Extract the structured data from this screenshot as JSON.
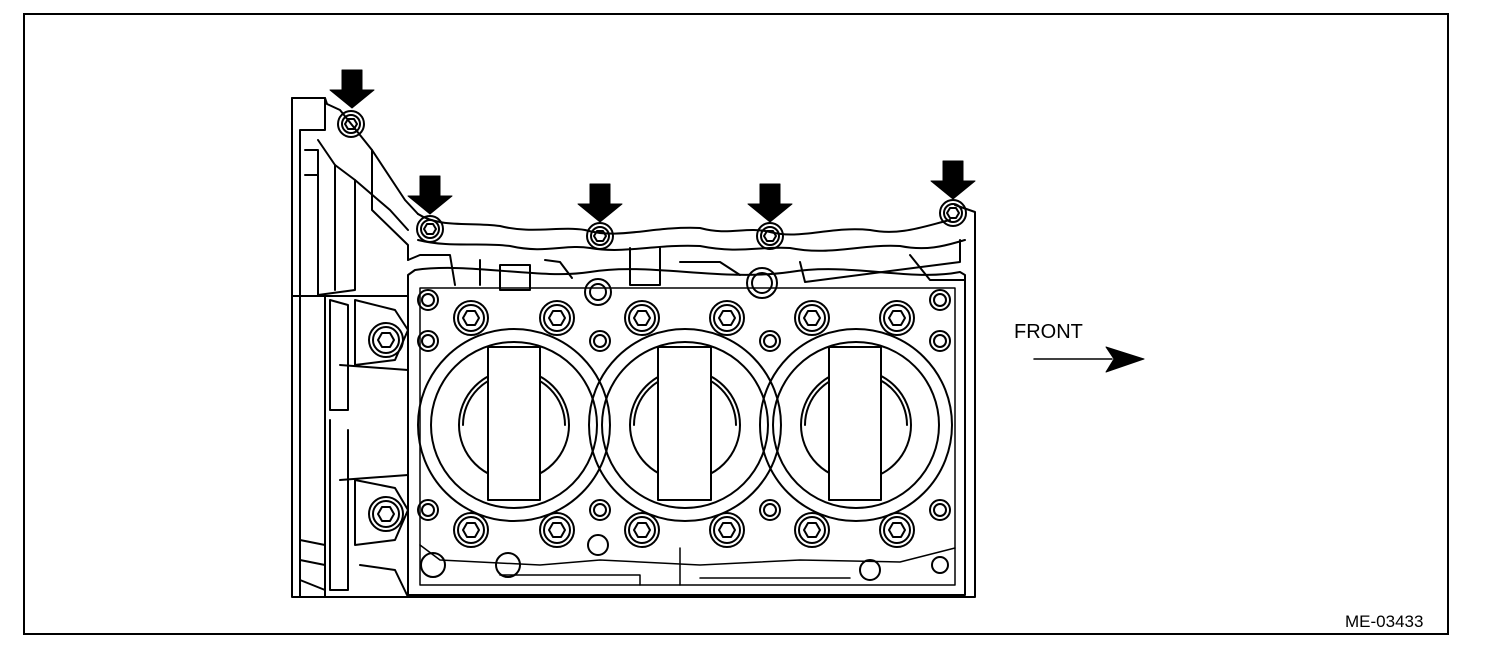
{
  "diagram": {
    "direction_label": "FRONT",
    "reference_code": "ME-03433",
    "marked_bolt_count": 5,
    "cylinder_count": 3,
    "colors": {
      "line": "#000000",
      "background": "#ffffff"
    },
    "icons": {
      "marker": "down-arrow-icon",
      "direction": "right-arrow-icon",
      "bolt": "hex-bolt-icon"
    }
  }
}
